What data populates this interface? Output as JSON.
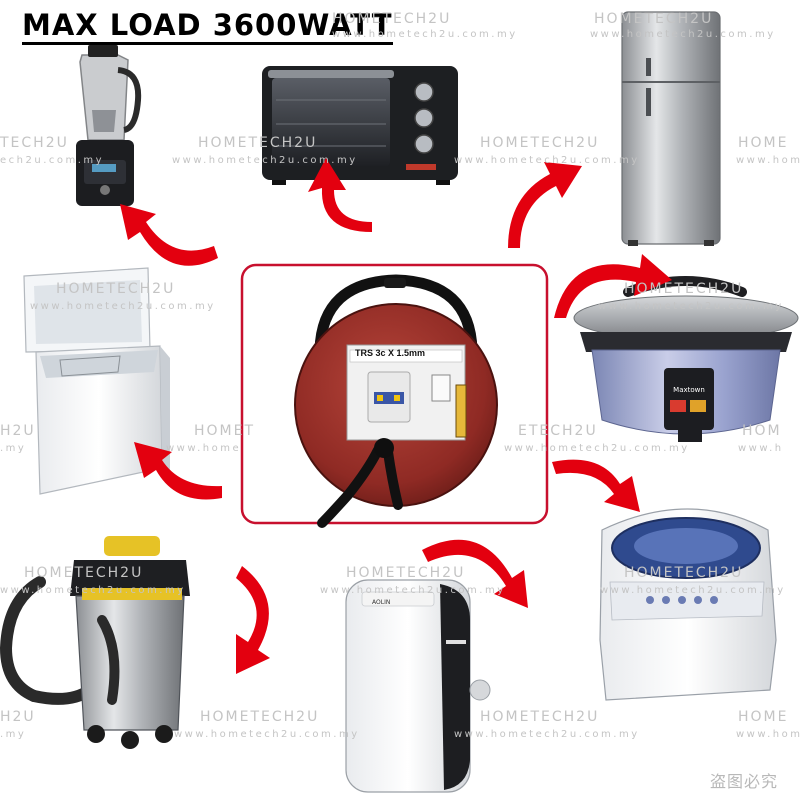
{
  "title": "MAX LOAD 3600WATT",
  "watermark": {
    "brand": "HOMETECH2U",
    "url": "www.hometech2u.com.my",
    "brand_partial_left": "TECH2U",
    "brand_partial_right": "HOME",
    "url_partial_left": "ech2u.com.my",
    "url_partial_right": "www.home",
    "brand_mid_left": "HOMET",
    "brand_mid_right": "ETECH2U",
    "brand_partial_l2": "H2U",
    "brand_partial_r2": "HOM",
    "url_partial_l2": ".my",
    "url_partial_r2": "www.h"
  },
  "center_item": {
    "cable_label": "TRS 3c X 1.5mm"
  },
  "appliances": [
    {
      "name": "blender-icon",
      "brand": ""
    },
    {
      "name": "oven-icon",
      "brand": ""
    },
    {
      "name": "refrigerator-icon",
      "brand": ""
    },
    {
      "name": "chest-freezer-icon",
      "brand": ""
    },
    {
      "name": "rice-cooker-icon",
      "brand": "Maxtown"
    },
    {
      "name": "vacuum-cleaner-icon",
      "brand": ""
    },
    {
      "name": "portable-aircon-icon",
      "brand": "AOLIN"
    },
    {
      "name": "washing-machine-icon",
      "brand": ""
    }
  ],
  "stamp": "盗图必究",
  "colors": {
    "arrow": "#e3000f",
    "reel_body": "#8f2a24",
    "frame_border": "#c8102e",
    "watermark": "#c4c4c4"
  }
}
